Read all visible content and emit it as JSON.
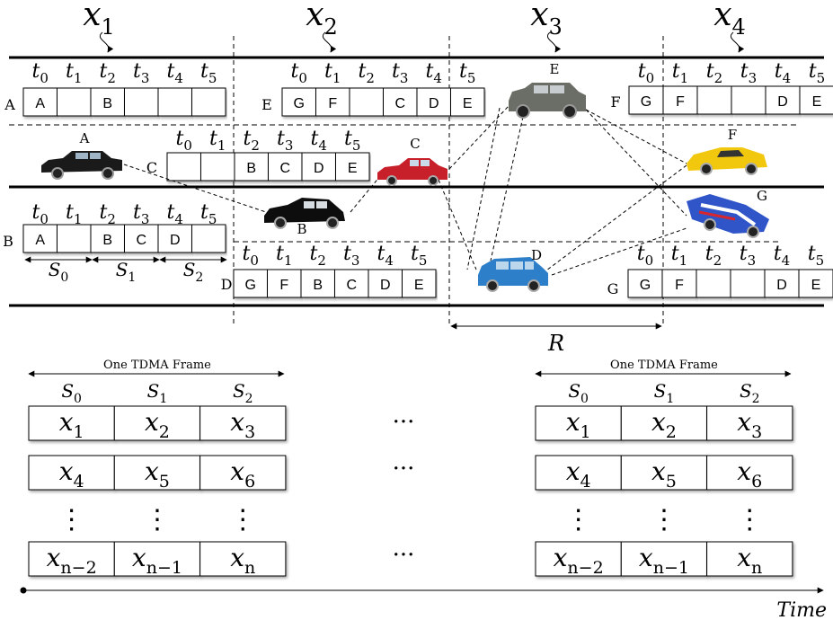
{
  "segments": [
    {
      "id": "x1",
      "base": "x",
      "sub": "1"
    },
    {
      "id": "x2",
      "base": "x",
      "sub": "2"
    },
    {
      "id": "x3",
      "base": "x",
      "sub": "3"
    },
    {
      "id": "x4",
      "base": "x",
      "sub": "4"
    }
  ],
  "slot_headers": {
    "t": [
      "0",
      "1",
      "2",
      "3",
      "4",
      "5"
    ]
  },
  "schedules": {
    "A": {
      "label": "A",
      "cells": [
        "A",
        "",
        "B",
        "",
        "",
        ""
      ]
    },
    "E": {
      "label": "E",
      "cells": [
        "G",
        "F",
        "",
        "C",
        "D",
        "E"
      ]
    },
    "F": {
      "label": "F",
      "cells": [
        "G",
        "F",
        "",
        "",
        "D",
        "E"
      ]
    },
    "C": {
      "label": "C",
      "cells": [
        "",
        "",
        "B",
        "C",
        "D",
        "E"
      ]
    },
    "B": {
      "label": "B",
      "cells": [
        "A",
        "",
        "B",
        "C",
        "D",
        ""
      ]
    },
    "D": {
      "label": "D",
      "cells": [
        "G",
        "F",
        "B",
        "C",
        "D",
        "E"
      ]
    },
    "G": {
      "label": "G",
      "cells": [
        "G",
        "F",
        "",
        "",
        "D",
        "E"
      ]
    }
  },
  "subframes": [
    {
      "base": "S",
      "sub": "0"
    },
    {
      "base": "S",
      "sub": "1"
    },
    {
      "base": "S",
      "sub": "2"
    }
  ],
  "vehicles": [
    {
      "id": "A",
      "label": "A",
      "color": "#1a1a1a"
    },
    {
      "id": "B",
      "label": "B",
      "color": "#0d0d0d"
    },
    {
      "id": "C",
      "label": "C",
      "color": "#c8202a"
    },
    {
      "id": "D",
      "label": "D",
      "color": "#2e7fc9"
    },
    {
      "id": "E",
      "label": "E",
      "color": "#6b6e66"
    },
    {
      "id": "F",
      "label": "F",
      "color": "#f2c80f"
    },
    {
      "id": "G",
      "label": "G",
      "color": "#2f55c8"
    }
  ],
  "range_label": "R",
  "frame": {
    "label": "One TDMA Frame",
    "rows": [
      [
        {
          "base": "x",
          "sub": "1"
        },
        {
          "base": "x",
          "sub": "2"
        },
        {
          "base": "x",
          "sub": "3"
        }
      ],
      [
        {
          "base": "x",
          "sub": "4"
        },
        {
          "base": "x",
          "sub": "5"
        },
        {
          "base": "x",
          "sub": "6"
        }
      ],
      [
        {
          "base": "x",
          "sub": "n−2"
        },
        {
          "base": "x",
          "sub": "n−1"
        },
        {
          "base": "x",
          "sub": "n"
        }
      ]
    ],
    "ellipsis": "···",
    "vdots": "⋮"
  },
  "time_label": "Time"
}
